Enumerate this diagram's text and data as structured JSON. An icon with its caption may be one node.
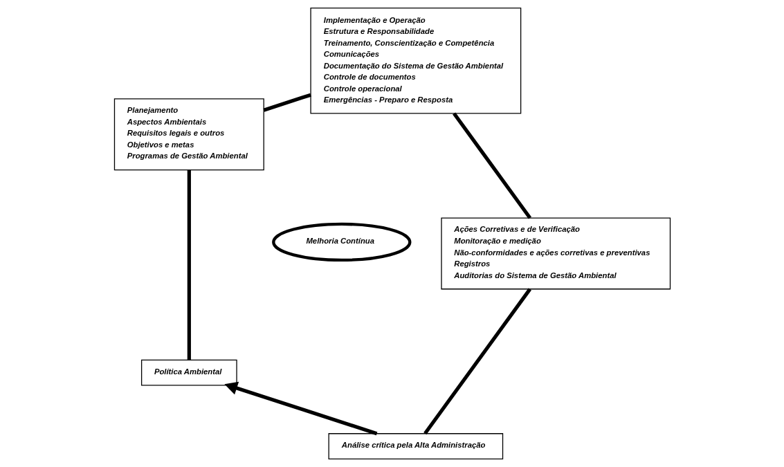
{
  "diagram": {
    "nodes": [
      {
        "text": [
          "Melhoria Contínua"
        ]
      },
      {
        "text": [
          "Análise crítica pela Alta Administração"
        ]
      },
      {
        "text": [
          "Política Ambiental"
        ]
      },
      {
        "text": [
          "Planejamento",
          "Aspectos Ambientais",
          "Requisitos legais e outros",
          "Objetivos e metas",
          "Programas de Gestão Ambiental"
        ]
      },
      {
        "text": [
          "Ações Corretivas e de Verificação",
          "Monitoração e medição",
          "Não-conformidades e ações corretivas e preventivas",
          "Registros",
          "Auditorias do Sistema de Gestão Ambiental"
        ]
      },
      {
        "text": [
          "Implementação e Operação",
          "Estrutura e Responsabilidade",
          "Treinamento, Conscientização e Competência",
          "Comunicações",
          "Documentação do Sistema de Gestão Ambiental",
          "Controle de documentos",
          "Controle operacional",
          "Emergências - Preparo e Resposta"
        ]
      }
    ],
    "edges": [
      {
        "from": 2,
        "to": 3,
        "arrow": "none"
      },
      {
        "from": 3,
        "to": 5,
        "arrow": "none"
      },
      {
        "from": 5,
        "to": 4,
        "arrow": "none"
      },
      {
        "from": 4,
        "to": 1,
        "arrow": "none"
      },
      {
        "from": 1,
        "to": 2,
        "arrow": "to"
      }
    ]
  }
}
